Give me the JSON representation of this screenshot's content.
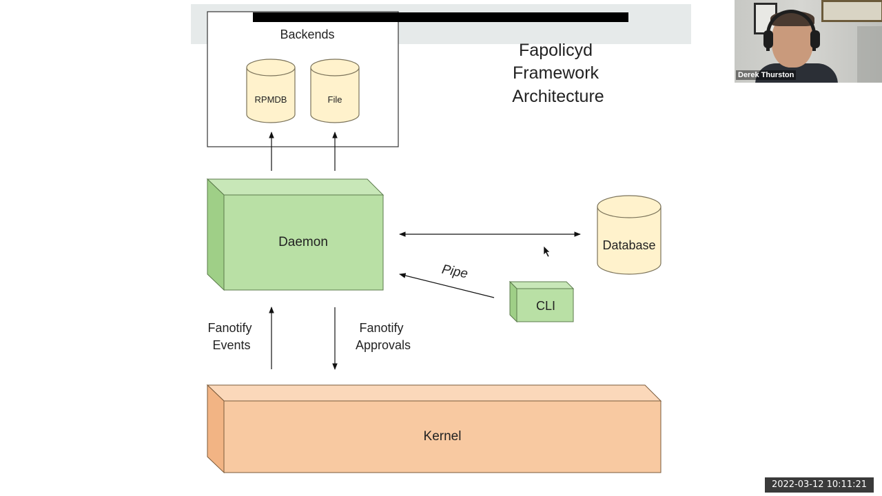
{
  "slide": {
    "title_lines": [
      "Fapolicyd",
      "Framework",
      "Architecture"
    ],
    "backends": {
      "label": "Backends",
      "items": [
        "RPMDB",
        "File"
      ]
    },
    "daemon": "Daemon",
    "database": "Database",
    "cli": "CLI",
    "pipe": "Pipe",
    "kernel": "Kernel",
    "fanotify_events": [
      "Fanotify",
      "Events"
    ],
    "fanotify_approvals": [
      "Fanotify",
      "Approvals"
    ]
  },
  "colors": {
    "green_fill": "#b9e0a5",
    "green_side": "#9fcf87",
    "orange_fill": "#f8c9a1",
    "orange_side": "#f2b484",
    "cylinder_fill": "#fff2cc",
    "cylinder_stroke": "#7a7259",
    "slide_header_band": "#e6eaea",
    "redaction_bar": "#000000"
  },
  "video": {
    "participant_name": "Derek Thurston"
  },
  "recording": {
    "timestamp": "2022-03-12  10:11:21"
  }
}
